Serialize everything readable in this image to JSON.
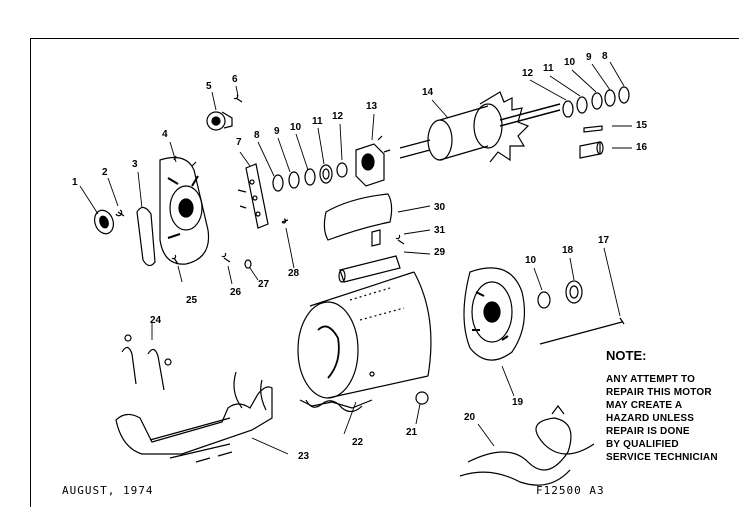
{
  "callouts": {
    "c1": "1",
    "c2": "2",
    "c3": "3",
    "c4": "4",
    "c5": "5",
    "c6": "6",
    "c7": "7",
    "c8": "8",
    "c9": "9",
    "c10": "10",
    "c11": "11",
    "c12": "12",
    "c13": "13",
    "c14": "14",
    "c12r": "12",
    "c11r": "11",
    "c10r": "10",
    "c9r": "9",
    "c8r": "8",
    "c15": "15",
    "c16": "16",
    "c17": "17",
    "c18": "18",
    "c10b": "10",
    "c19": "19",
    "c20": "20",
    "c21": "21",
    "c22": "22",
    "c23": "23",
    "c24": "24",
    "c25": "25",
    "c26": "26",
    "c27": "27",
    "c28": "28",
    "c29": "29",
    "c30": "30",
    "c31": "31"
  },
  "note": {
    "title": "NOTE:",
    "lines": [
      "ANY ATTEMPT TO",
      "REPAIR THIS MOTOR",
      "MAY CREATE A",
      "HAZARD UNLESS",
      "REPAIR IS DONE",
      "BY QUALIFIED",
      "SERVICE TECHNICIAN"
    ]
  },
  "footer": {
    "date": "AUGUST, 1974",
    "code": "F12500 A3"
  }
}
